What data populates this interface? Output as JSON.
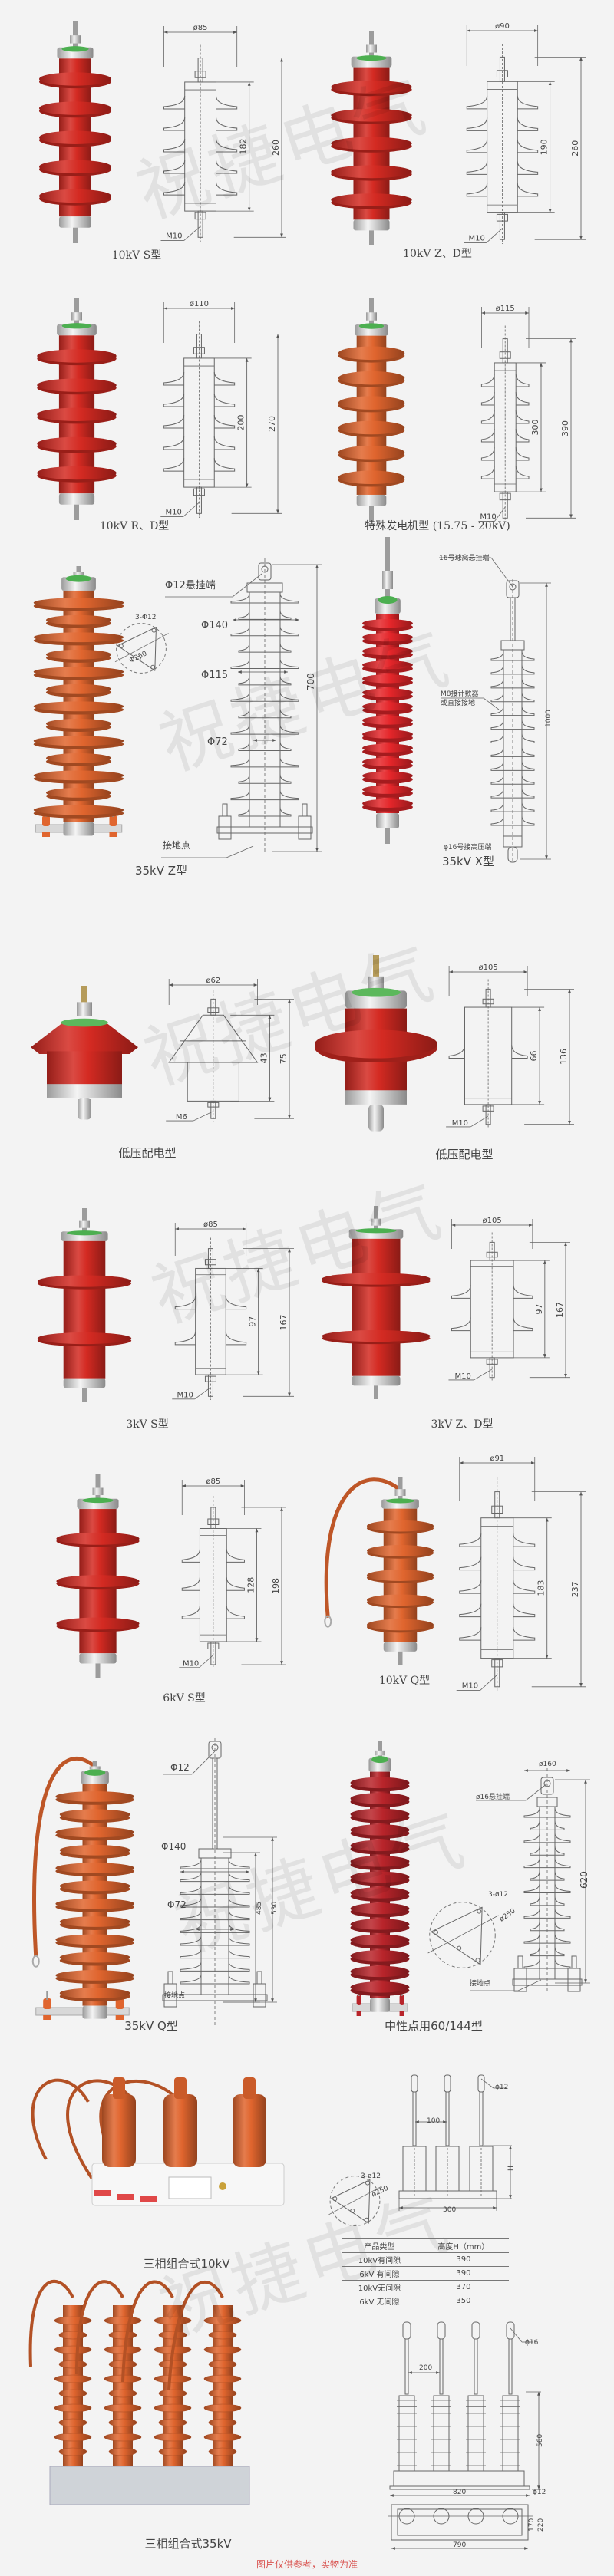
{
  "watermark": "祝捷电气",
  "products": [
    {
      "label": "10kV S型",
      "dia": "ø85",
      "inner": "182",
      "total": "260",
      "thread": "M10"
    },
    {
      "label": "10kV Z、D型",
      "dia": "ø90",
      "inner": "190",
      "total": "260",
      "thread": "M10"
    },
    {
      "label": "10kV R、D型",
      "dia": "ø110",
      "inner": "200",
      "total": "270",
      "thread": "M10"
    },
    {
      "label": "特殊发电机型 (15.75 - 20kV)",
      "dia": "ø115",
      "inner": "300",
      "total": "390",
      "thread": "M10"
    },
    {
      "label": "35kV Z型",
      "callouts": {
        "hang": "Φ12悬挂端",
        "d1": "Φ140",
        "d2": "Φ115",
        "d3": "Φ72",
        "height": "700",
        "ground": "接地点",
        "plate_holes": "3-Φ12",
        "plate_dia": "Φ250"
      }
    },
    {
      "label": "35kV X型",
      "callouts": {
        "top": "16号球窝悬挂端",
        "counter1": "M8接计数器",
        "counter2": "或直接接地",
        "height": "1000",
        "bottom": "φ16号接高压端"
      }
    },
    {
      "label": "低压配电型",
      "dia": "ø62",
      "inner": "43",
      "total": "75",
      "thread": "M6"
    },
    {
      "label": "低压配电型",
      "dia": "ø105",
      "inner": "66",
      "total": "136",
      "thread": "M10"
    },
    {
      "label": "3kV S型",
      "dia": "ø85",
      "inner": "97",
      "total": "167",
      "thread": "M10"
    },
    {
      "label": "3kV Z、D型",
      "dia": "ø105",
      "inner": "97",
      "total": "167",
      "thread": "M10"
    },
    {
      "label": "6kV S型",
      "dia": "ø85",
      "inner": "128",
      "total": "198",
      "thread": "M10"
    },
    {
      "label": "10kV Q型",
      "dia": "ø91",
      "inner": "183",
      "total": "237",
      "thread": "M10"
    },
    {
      "label": "35kV Q型",
      "callouts": {
        "hang": "Φ12",
        "d1": "Φ140",
        "d3": "Φ72",
        "inner": "485",
        "height": "530",
        "ground": "接地点"
      }
    },
    {
      "label": "中性点用60/144型",
      "callouts": {
        "dia": "ø160",
        "hang": "ø16悬挂端",
        "height": "620",
        "ground": "接地点",
        "plate_holes": "3-ø12",
        "plate_dia": "ø250"
      }
    },
    {
      "label": "三相组合式10kV",
      "callouts": {
        "rod": "ϕ12",
        "pitch": "100",
        "height": "H",
        "width": "300",
        "plate_holes": "3-ø12",
        "plate_dia": "ø250"
      }
    },
    {
      "label": "三相组合式35kV",
      "callouts": {
        "rod": "ϕ16",
        "pitch": "200",
        "height": "560",
        "width": "820",
        "hole": "ϕ12",
        "depth1": "170",
        "depth2": "220",
        "base": "790"
      }
    }
  ],
  "height_table": {
    "headers": [
      "产品类型",
      "高度H（mm）"
    ],
    "rows": [
      [
        "10kV有间隙",
        "390"
      ],
      [
        "6kV 有间隙",
        "390"
      ],
      [
        "10kV无间隙",
        "370"
      ],
      [
        "6kV 无间隙",
        "350"
      ]
    ]
  },
  "footer_note": "图片仅供参考，实物为准",
  "colors": {
    "red": "#d42a22",
    "orange": "#e0652e",
    "dark_red": "#b8242a",
    "line": "#666666",
    "note": "#d9534f"
  }
}
